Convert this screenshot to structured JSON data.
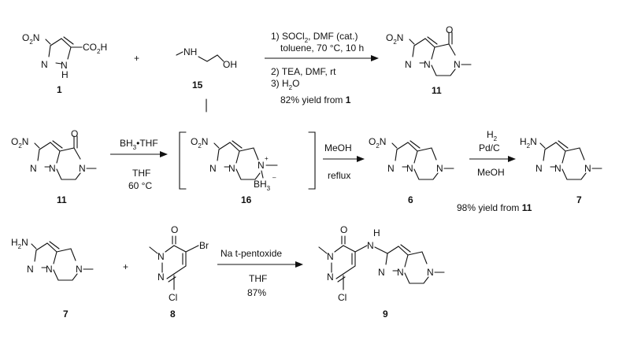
{
  "compounds": {
    "c1": "1",
    "c15": "15",
    "c11_top": "11",
    "c11_mid": "11",
    "c16": "16",
    "c6": "6",
    "c7_mid": "7",
    "c7_bot": "7",
    "c8": "8",
    "c9": "9"
  },
  "atoms": {
    "no2_o": "O",
    "no2_2": "2",
    "no2_n": "N",
    "n": "N",
    "h": "H",
    "nh": "NH",
    "n_h": "N",
    "co2h_co": "CO",
    "co2h_2": "2",
    "co2h_h": "H",
    "o": "O",
    "oh": "OH",
    "cl": "Cl",
    "br": "Br",
    "h2n_h": "H",
    "h2n_2": "2",
    "h2n_n": "N",
    "bh3_bh": "BH",
    "bh3_3": "3",
    "plus_charge": "+",
    "minus_charge": "–"
  },
  "operators": {
    "plus_top": "+",
    "plus_bottom": "+"
  },
  "reactions": {
    "r1": {
      "l1a": "1) SOCl",
      "l1b": "2",
      "l1c": ", DMF (cat.)",
      "l2": "toluene, 70 °C, 10 h",
      "l3": "2) TEA, DMF, rt",
      "l4a": "3) H",
      "l4b": "2",
      "l4c": "O",
      "l5a": "82% yield from ",
      "l5b": "1"
    },
    "r2": {
      "above_a": "BH",
      "above_b": "3",
      "above_c": "•THF",
      "below1": "THF",
      "below2": "60 °C"
    },
    "r3": {
      "above": "MeOH",
      "below": "reflux"
    },
    "r4": {
      "above1a": "H",
      "above1b": "2",
      "above2": "Pd/C",
      "below": "MeOH",
      "yield_a": "98% yield from ",
      "yield_b": "11"
    },
    "r5": {
      "above": "Na t-pentoxide",
      "below1": "THF",
      "below2": "87%"
    }
  }
}
